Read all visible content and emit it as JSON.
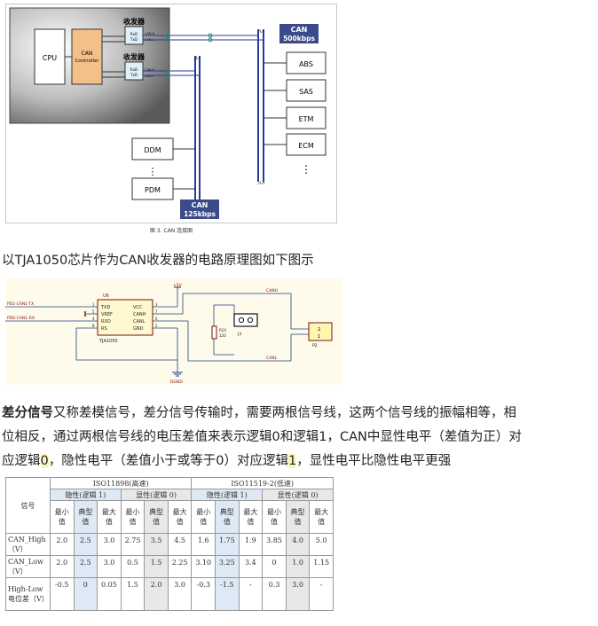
{
  "figure1": {
    "cpu": "CPU",
    "controller": [
      "CAN",
      "Controller"
    ],
    "transceiver_label": "收发器",
    "chip_pins": [
      "RxD",
      "TxD"
    ],
    "can_h": "CAN H",
    "can_l": "CAN L",
    "bus_high": [
      "CAN",
      "500kbps"
    ],
    "bus_low": [
      "CAN",
      "125kbps"
    ],
    "nodes_high": [
      "ABS",
      "SAS",
      "ETM",
      "ECM"
    ],
    "nodes_low": [
      "DDM",
      "PDM"
    ],
    "ellipsis": "⋮",
    "caption": "图 3.  CAN 连接图"
  },
  "intro_text": "以TJA1050芯片作为CAN收发器的电路原理图如下图示",
  "figure2": {
    "u6": "U6",
    "chip": "TJA1050",
    "left_pins": [
      "TXD",
      "VREF",
      "RXD",
      "RS"
    ],
    "right_pins": [
      "VCC",
      "CANH",
      "CANL",
      "GND"
    ],
    "left_nums": [
      "1",
      "5",
      "4",
      "8"
    ],
    "right_nums": [
      "3",
      "7",
      "6",
      "2"
    ],
    "tx": "PD1-CAN1-TX",
    "rx": "PD0-CAN1-RX",
    "v5": "+5V",
    "canh": "CANH",
    "canl": "CANL",
    "r24": "R24",
    "r_val": "120",
    "j3": "J3",
    "p2": "P2",
    "p2_pins": [
      "2",
      "1"
    ],
    "dgnd": "DGND"
  },
  "paragraph": {
    "bold": "差分信号",
    "t1": "又称差模信号，差分信号传输时，需要两根信号线，这两个信号线的振幅相等，相",
    "line2": "位相反，通过两根信号线的电压差值来表示逻辑0和逻辑1，CAN中显性电平（差值为正）对",
    "l3a": "应逻辑",
    "l3b": "0",
    "l3c": "，隐性电平（差值小于或等于0）对应逻辑",
    "l3d": "1",
    "l3e": "，显性电平比隐性电平更强"
  },
  "table": {
    "col_signal": "信号",
    "std1": "ISO11898(高速)",
    "std2": "ISO11519-2(低速)",
    "recessive": "隐性(逻辑 1)",
    "dominant": "显性(逻辑 0)",
    "sub": [
      "最小值",
      "典型值",
      "最大值"
    ],
    "rows": [
      {
        "name": "CAN_High（V）",
        "cells": [
          "2.0",
          "2.5",
          "3.0",
          "2.75",
          "3.5",
          "4.5",
          "1.6",
          "1.75",
          "1.9",
          "3.85",
          "4.0",
          "5.0"
        ]
      },
      {
        "name": "CAN_Low（V）",
        "cells": [
          "2.0",
          "2.5",
          "3.0",
          "0.5",
          "1.5",
          "2.25",
          "3.10",
          "3.25",
          "3.4",
          "0",
          "1.0",
          "1.15"
        ]
      },
      {
        "name": "High-Low 电位差（V）",
        "cells": [
          "-0.5",
          "0",
          "0.05",
          "1.5",
          "2.0",
          "3.0",
          "-0.3",
          "-1.5",
          "-",
          "0.3",
          "3.0",
          "-"
        ]
      }
    ]
  }
}
